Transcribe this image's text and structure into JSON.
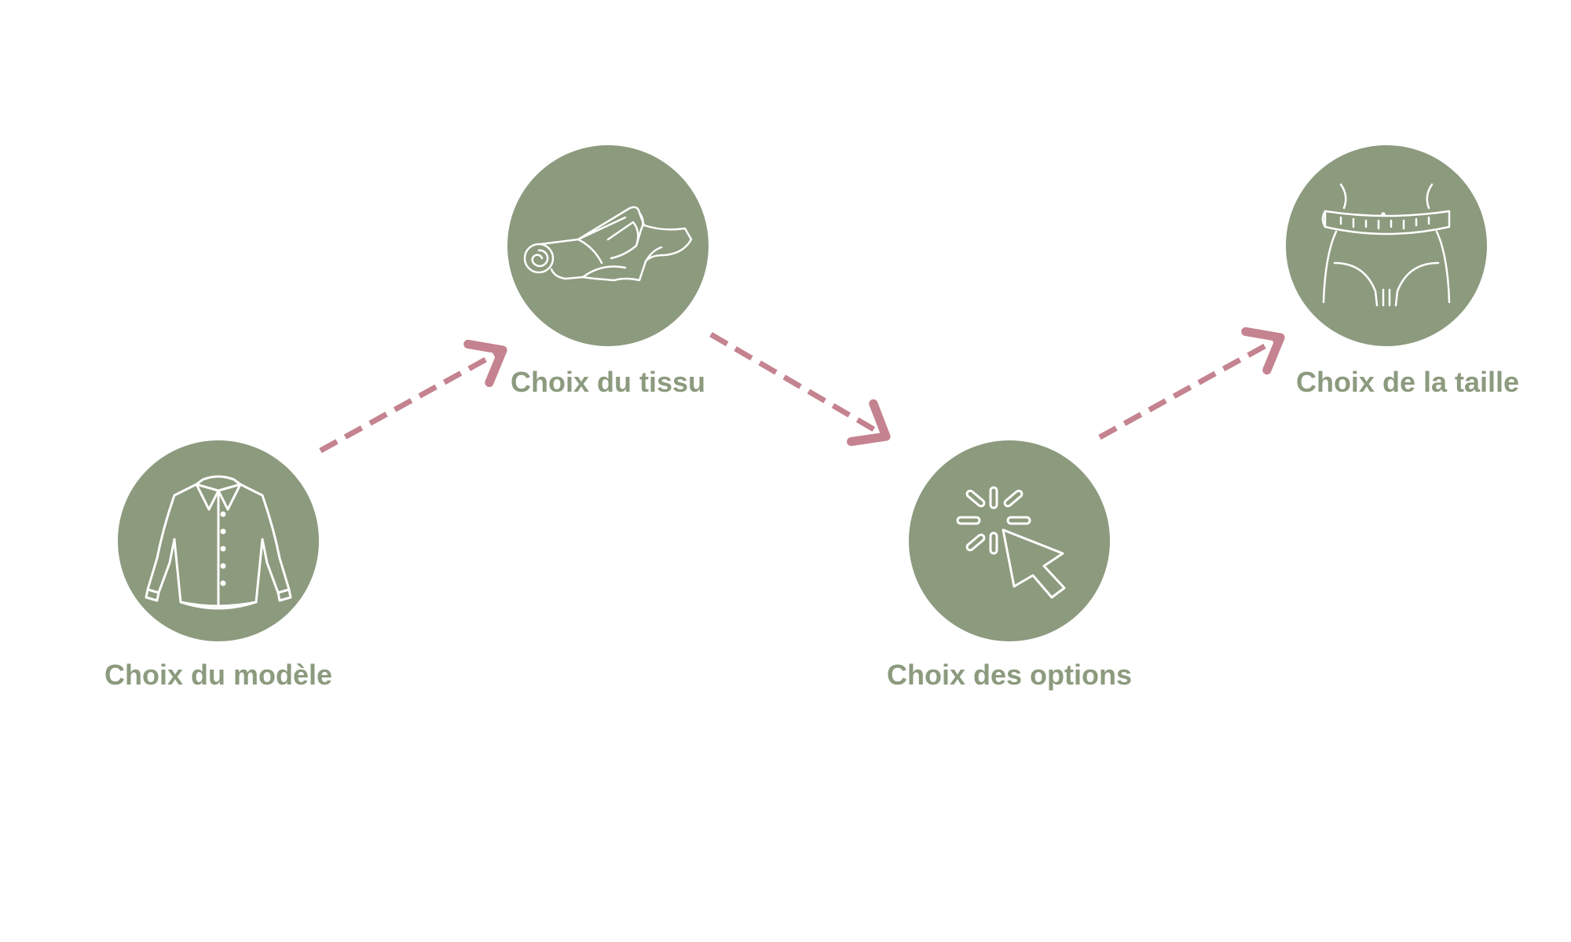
{
  "colors": {
    "circle": "#8c9a7e",
    "label": "#8c9a7e",
    "arrow": "#c4838f",
    "icon_stroke": "#ffffff"
  },
  "steps": [
    {
      "label": "Choix du modèle",
      "icon": "shirt-icon"
    },
    {
      "label": "Choix du tissu",
      "icon": "fabric-roll-icon"
    },
    {
      "label": "Choix des options",
      "icon": "cursor-click-icon"
    },
    {
      "label": "Choix de la taille",
      "icon": "waist-measure-icon"
    }
  ]
}
